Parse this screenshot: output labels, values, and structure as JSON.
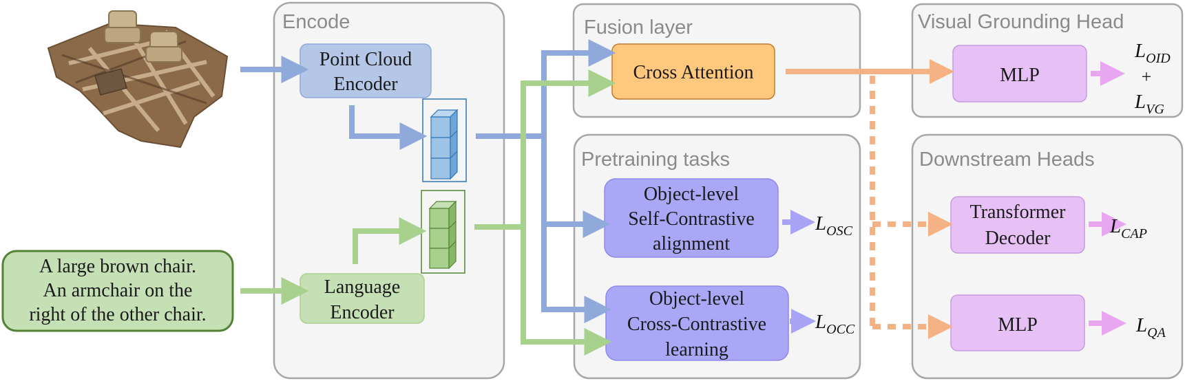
{
  "groups": {
    "encode": "Encode",
    "fusion": "Fusion layer",
    "pretrain": "Pretraining tasks",
    "vgh": "Visual Grounding Head",
    "downstream": "Downstream Heads"
  },
  "nodes": {
    "pc_encoder": [
      "Point Cloud",
      "Encoder"
    ],
    "lang_encoder": [
      "Language",
      "Encoder"
    ],
    "cross_attention": "Cross Attention",
    "osc": [
      "Object-level",
      "Self-Contrastive",
      "alignment"
    ],
    "occ": [
      "Object-level",
      "Cross-Contrastive",
      "learning"
    ],
    "mlp_vg": "MLP",
    "transformer_decoder": [
      "Transformer",
      "Decoder"
    ],
    "mlp_qa": "MLP"
  },
  "text_input": [
    "A large brown chair.",
    "An armchair on the",
    "right of the other chair."
  ],
  "losses": {
    "oid": {
      "base": "L",
      "sub": "OID"
    },
    "plus": "+",
    "vg": {
      "base": "L",
      "sub": "VG"
    },
    "osc": {
      "base": "L",
      "sub": "OSC"
    },
    "occ": {
      "base": "L",
      "sub": "OCC"
    },
    "cap": {
      "base": "L",
      "sub": "CAP"
    },
    "qa": {
      "base": "L",
      "sub": "QA"
    }
  },
  "colors": {
    "blue_arrow": "#8fa9da",
    "green_arrow": "#a8d18d",
    "orange_arrow": "#f4b183",
    "pink_arrow": "#e8a6f0",
    "purple_arrow": "#a9a3f5",
    "group_fill": "#f5f5f5",
    "group_stroke": "#a6a6a6"
  }
}
